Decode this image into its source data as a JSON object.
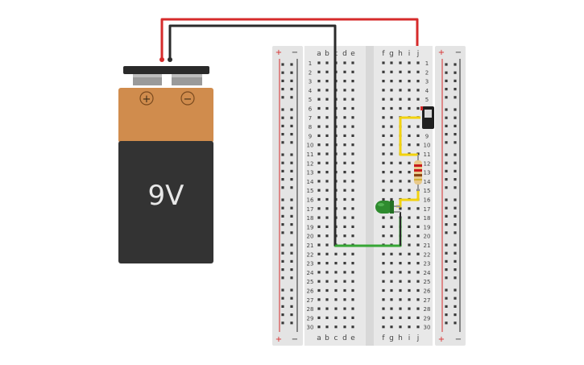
{
  "battery": {
    "voltage_label": "9V",
    "plus_symbol": "+",
    "minus_symbol": "−"
  },
  "breadboard": {
    "rail_plus": "+",
    "rail_minus": "−",
    "columns_left": [
      "a",
      "b",
      "c",
      "d",
      "e"
    ],
    "columns_right": [
      "f",
      "g",
      "h",
      "i",
      "j"
    ],
    "row_numbers": [
      "1",
      "2",
      "3",
      "4",
      "5",
      "6",
      "7",
      "8",
      "9",
      "10",
      "11",
      "12",
      "13",
      "14",
      "15",
      "16",
      "17",
      "18",
      "19",
      "20",
      "21",
      "22",
      "23",
      "24",
      "25",
      "26",
      "27",
      "28",
      "29",
      "30"
    ]
  },
  "components": {
    "switch": "slide-switch",
    "resistor": "resistor",
    "led": "green-led"
  },
  "colors": {
    "battery_top": "#d08c4d",
    "battery_body": "#333333",
    "wire_red": "#d62b2b",
    "wire_black": "#2b2b2b",
    "wire_yellow": "#f2d20e",
    "wire_green": "#36a635",
    "rail_red": "#d62b2b",
    "led_green": "#2e8b2e",
    "breadboard": "#e6e6e6"
  }
}
